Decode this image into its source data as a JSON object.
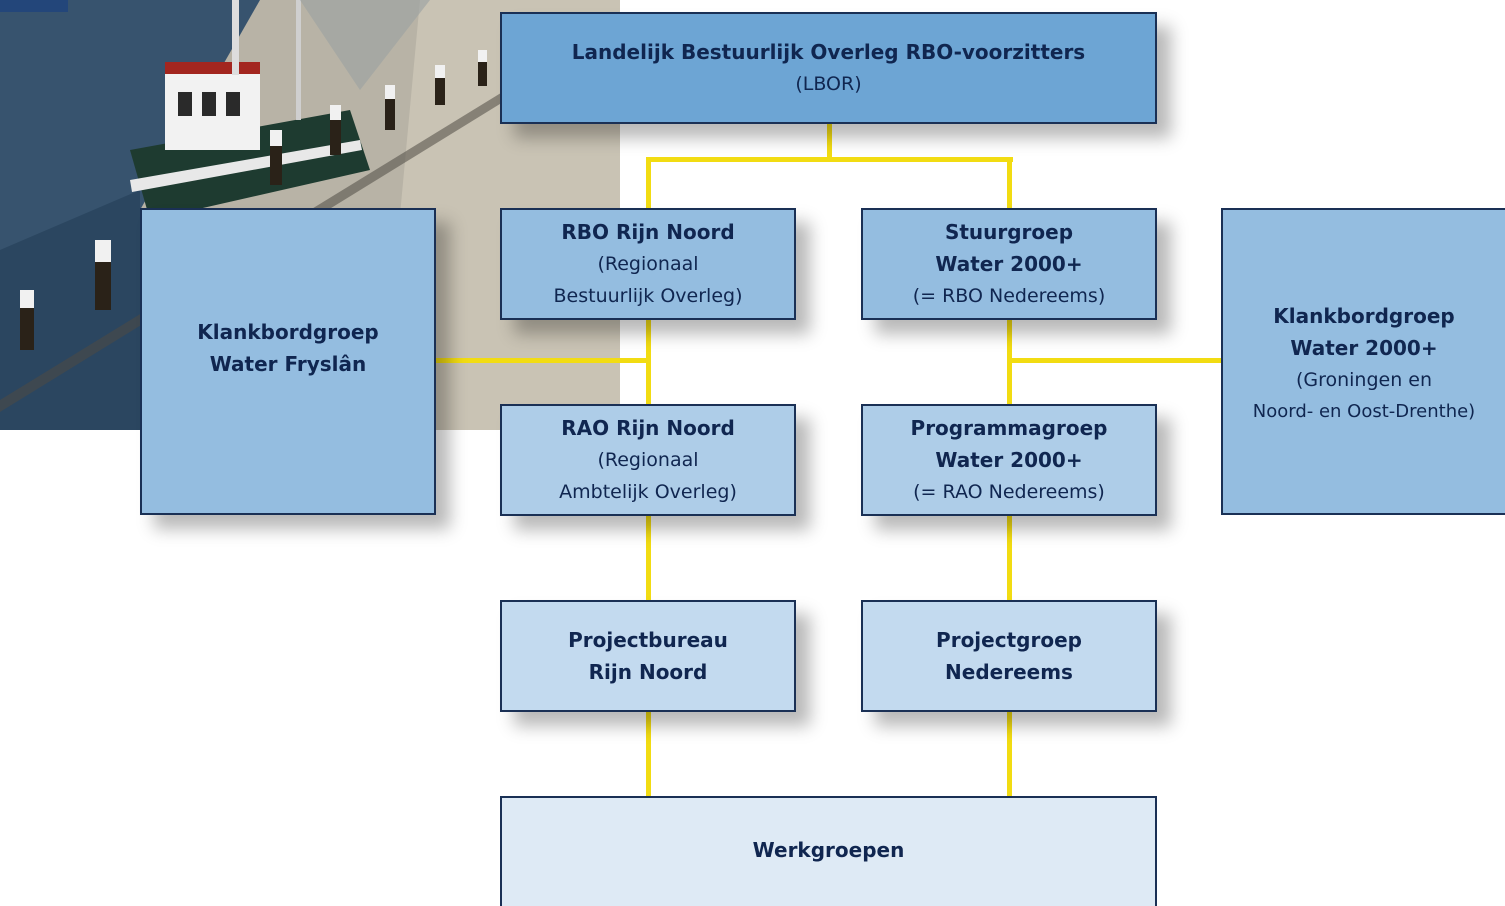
{
  "diagram": {
    "type": "organization-chart",
    "line_color": "#f2dc12",
    "border_color": "#1a3055",
    "text_color": "#102650"
  },
  "photo": {
    "icon": "harbour-fishing-boat-photo"
  },
  "nodes": {
    "lbor": {
      "title": "Landelijk Bestuurlijk Overleg RBO-voorzitters",
      "sub": "(LBOR)"
    },
    "rbo_rijn": {
      "title": "RBO Rijn Noord",
      "sub": "(Regionaal Bestuurlijk Overleg)"
    },
    "stuurgroep": {
      "title1": "Stuurgroep",
      "title2": "Water 2000+",
      "sub": "(= RBO Nedereems)"
    },
    "klank_fryslan": {
      "title1": "Klankbordgroep",
      "title2": "Water Fryslân"
    },
    "klank_water": {
      "title1": "Klankbordgroep",
      "title2": "Water 2000+",
      "sub1": "(Groningen en",
      "sub2": "Noord- en Oost-Drenthe)"
    },
    "rao_rijn": {
      "title": "RAO Rijn Noord",
      "sub": "(Regionaal Ambtelijk Overleg)"
    },
    "programmagroep": {
      "title1": "Programmagroep",
      "title2": "Water 2000+",
      "sub": "(= RAO Nedereems)"
    },
    "projectbureau": {
      "title1": "Projectbureau",
      "title2": "Rijn Noord"
    },
    "projectgroep": {
      "title1": "Projectgroep",
      "title2": "Nedereems"
    },
    "werkgroepen": {
      "title": "Werkgroepen"
    }
  }
}
